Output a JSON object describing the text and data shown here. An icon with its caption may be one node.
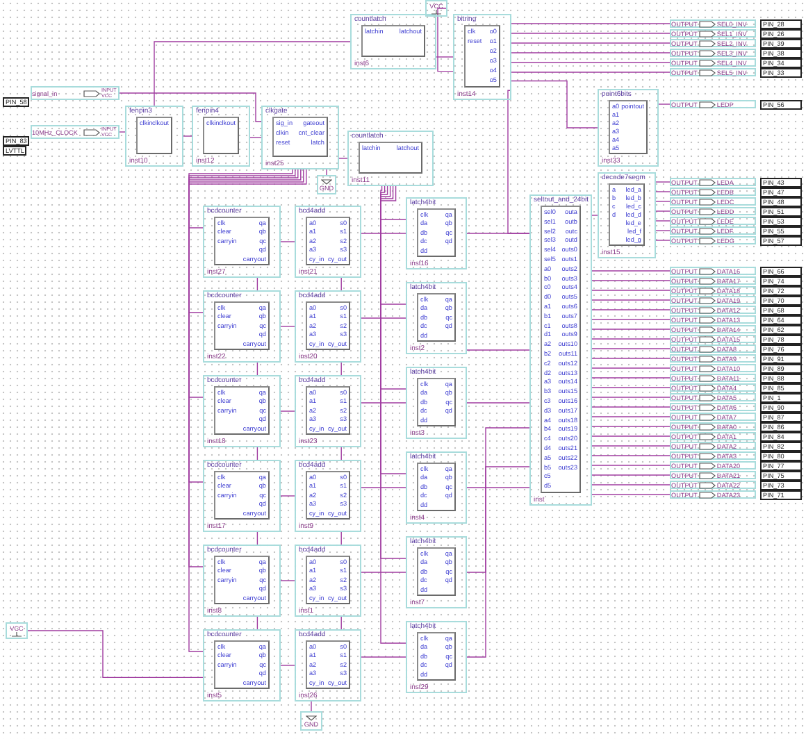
{
  "diagram": {
    "nodes": [
      {
        "text": [
          "signal_in",
          "INPUT VCC"
        ],
        "beside": [
          "PIN_58"
        ]
      },
      {
        "text": [
          "10MHz_CLOCK",
          "INPUT VCC"
        ],
        "beside": [
          "PIN_83",
          "LVTTL"
        ]
      },
      {
        "text": [
          "fenpin3",
          "clkin",
          "clkout",
          "inst10"
        ]
      },
      {
        "text": [
          "fenpin4",
          "clkin",
          "clkout",
          "inst12"
        ]
      },
      {
        "text": [
          "clkgate",
          "sig_in",
          "clkin",
          "reset",
          "gateout",
          "cnt_clear",
          "latch",
          "inst25"
        ]
      },
      {
        "text": [
          "GND"
        ]
      },
      {
        "text": [
          "countlatch",
          "latchin",
          "latchout",
          "inst6"
        ]
      },
      {
        "text": [
          "countlatch",
          "latchin",
          "latchout",
          "inst11"
        ]
      },
      {
        "text": [
          "VCC"
        ]
      },
      {
        "text": [
          "bitring",
          "clk",
          "reset",
          "o0",
          "o1",
          "o2",
          "o3",
          "o4",
          "o5",
          "inst14"
        ]
      },
      {
        "text": [
          "OUTPUT",
          "SEL0_INV"
        ],
        "beside": [
          "PIN_28"
        ]
      },
      {
        "text": [
          "OUTPUT",
          "SEL1_INV"
        ],
        "beside": [
          "PIN_26"
        ]
      },
      {
        "text": [
          "OUTPUT",
          "SEL2_INV"
        ],
        "beside": [
          "PIN_39"
        ]
      },
      {
        "text": [
          "OUTPUT",
          "SEL3_INV"
        ],
        "beside": [
          "PIN_38"
        ]
      },
      {
        "text": [
          "OUTPUT",
          "SEL4_INV"
        ],
        "beside": [
          "PIN_34"
        ]
      },
      {
        "text": [
          "OUTPUT",
          "SEL5_INV"
        ],
        "beside": [
          "PIN_33"
        ]
      },
      {
        "text": [
          "point6bits",
          "a0",
          "a1",
          "a2",
          "a3",
          "a4",
          "a5",
          "pointout",
          "inst33"
        ]
      },
      {
        "text": [
          "OUTPUT",
          "LEDP"
        ],
        "beside": [
          "PIN_56"
        ]
      },
      {
        "text": [
          "decode7segm",
          "a",
          "b",
          "c",
          "d",
          "led_a",
          "led_b",
          "led_c",
          "led_d",
          "led_e",
          "led_f",
          "led_g",
          "inst15"
        ]
      },
      {
        "text": [
          "OUTPUT",
          "LEDA"
        ],
        "beside": [
          "PIN_43"
        ]
      },
      {
        "text": [
          "OUTPUT",
          "LEDB"
        ],
        "beside": [
          "PIN_47"
        ]
      },
      {
        "text": [
          "OUTPUT",
          "LEDC"
        ],
        "beside": [
          "PIN_48"
        ]
      },
      {
        "text": [
          "OUTPUT",
          "LEDD"
        ],
        "beside": [
          "PIN_51"
        ]
      },
      {
        "text": [
          "OUTPUT",
          "LEDE"
        ],
        "beside": [
          "PIN_53"
        ]
      },
      {
        "text": [
          "OUTPUT",
          "LEDF"
        ],
        "beside": [
          "PIN_55"
        ]
      },
      {
        "text": [
          "OUTPUT",
          "LEDG"
        ],
        "beside": [
          "PIN_57"
        ]
      },
      {
        "text": [
          "seltout_and_24bit",
          "sel0",
          "sel1",
          "sel2",
          "sel3",
          "sel4",
          "sel5",
          "a0",
          "b0",
          "c0",
          "d0",
          "a1",
          "b1",
          "c1",
          "d1",
          "a2",
          "b2",
          "c2",
          "d2",
          "a3",
          "b3",
          "c3",
          "d3",
          "a4",
          "b4",
          "c4",
          "d4",
          "a5",
          "b5",
          "c5",
          "d5",
          "outa",
          "outb",
          "outc",
          "outd",
          "outs0",
          "outs1",
          "outs2",
          "outs3",
          "outs4",
          "outs5",
          "outs6",
          "outs7",
          "outs8",
          "outs9",
          "outs10",
          "outs11",
          "outs12",
          "outs13",
          "outs14",
          "outs15",
          "outs16",
          "outs17",
          "outs18",
          "outs19",
          "outs20",
          "outs21",
          "outs22",
          "outs23",
          "inst"
        ]
      },
      {
        "text": [
          "OUTPUT",
          "DATA16"
        ],
        "beside": [
          "PIN_66"
        ]
      },
      {
        "text": [
          "OUTPUT",
          "DATA17"
        ],
        "beside": [
          "PIN_74"
        ]
      },
      {
        "text": [
          "OUTPUT",
          "DATA18"
        ],
        "beside": [
          "PIN_72"
        ]
      },
      {
        "text": [
          "OUTPUT",
          "DATA19"
        ],
        "beside": [
          "PIN_70"
        ]
      },
      {
        "text": [
          "OUTPUT",
          "DATA12"
        ],
        "beside": [
          "PIN_68"
        ]
      },
      {
        "text": [
          "OUTPUT",
          "DATA13"
        ],
        "beside": [
          "PIN_64"
        ]
      },
      {
        "text": [
          "OUTPUT",
          "DATA14"
        ],
        "beside": [
          "PIN_62"
        ]
      },
      {
        "text": [
          "OUTPUT",
          "DATA15"
        ],
        "beside": [
          "PIN_78"
        ]
      },
      {
        "text": [
          "OUTPUT",
          "DATA8"
        ],
        "beside": [
          "PIN_76"
        ]
      },
      {
        "text": [
          "OUTPUT",
          "DATA9"
        ],
        "beside": [
          "PIN_91"
        ]
      },
      {
        "text": [
          "OUTPUT",
          "DATA10"
        ],
        "beside": [
          "PIN_89"
        ]
      },
      {
        "text": [
          "OUTPUT",
          "DATA11"
        ],
        "beside": [
          "PIN_88"
        ]
      },
      {
        "text": [
          "OUTPUT",
          "DATA4"
        ],
        "beside": [
          "PIN_85"
        ]
      },
      {
        "text": [
          "OUTPUT",
          "DATA5"
        ],
        "beside": [
          "PIN_1"
        ]
      },
      {
        "text": [
          "OUTPUT",
          "DATA6"
        ],
        "beside": [
          "PIN_90"
        ]
      },
      {
        "text": [
          "OUTPUT",
          "DATA7"
        ],
        "beside": [
          "PIN_87"
        ]
      },
      {
        "text": [
          "OUTPUT",
          "DATA0"
        ],
        "beside": [
          "PIN_86"
        ]
      },
      {
        "text": [
          "OUTPUT",
          "DATA1"
        ],
        "beside": [
          "PIN_84"
        ]
      },
      {
        "text": [
          "OUTPUT",
          "DATA2"
        ],
        "beside": [
          "PIN_82"
        ]
      },
      {
        "text": [
          "OUTPUT",
          "DATA3"
        ],
        "beside": [
          "PIN_80"
        ]
      },
      {
        "text": [
          "OUTPUT",
          "DATA20"
        ],
        "beside": [
          "PIN_77"
        ]
      },
      {
        "text": [
          "OUTPUT",
          "DATA21"
        ],
        "beside": [
          "PIN_75"
        ]
      },
      {
        "text": [
          "OUTPUT",
          "DATA22"
        ],
        "beside": [
          "PIN_73"
        ]
      },
      {
        "text": [
          "OUTPUT",
          "DATA23"
        ],
        "beside": [
          "PIN_71"
        ]
      },
      {
        "text": [
          "bcdcounter",
          "clk",
          "clear",
          "carryin",
          "qa",
          "qb",
          "qc",
          "qd",
          "carryout",
          "inst27"
        ]
      },
      {
        "text": [
          "bcdcounter",
          "clk",
          "clear",
          "carryin",
          "qa",
          "qb",
          "qc",
          "qd",
          "carryout",
          "inst22"
        ]
      },
      {
        "text": [
          "bcdcounter",
          "clk",
          "clear",
          "carryin",
          "qa",
          "qb",
          "qc",
          "qd",
          "carryout",
          "inst18"
        ]
      },
      {
        "text": [
          "bcdcounter",
          "clk",
          "clear",
          "carryin",
          "qa",
          "qb",
          "qc",
          "qd",
          "carryout",
          "inst17"
        ]
      },
      {
        "text": [
          "bcdcounter",
          "clk",
          "clear",
          "carryin",
          "qa",
          "qb",
          "qc",
          "qd",
          "carryout",
          "inst8"
        ]
      },
      {
        "text": [
          "bcdcounter",
          "clk",
          "clear",
          "carryin",
          "qa",
          "qb",
          "qc",
          "qd",
          "carryout",
          "inst5"
        ]
      },
      {
        "text": [
          "bcd4add",
          "a0",
          "a1",
          "a2",
          "a3",
          "cy_in",
          "s0",
          "s1",
          "s2",
          "s3",
          "cy_out",
          "inst21"
        ]
      },
      {
        "text": [
          "bcd4add",
          "a0",
          "a1",
          "a2",
          "a3",
          "cy_in",
          "s0",
          "s1",
          "s2",
          "s3",
          "cy_out",
          "inst20"
        ]
      },
      {
        "text": [
          "bcd4add",
          "a0",
          "a1",
          "a2",
          "a3",
          "cy_in",
          "s0",
          "s1",
          "s2",
          "s3",
          "cy_out",
          "inst23"
        ]
      },
      {
        "text": [
          "bcd4add",
          "a0",
          "a1",
          "a2",
          "a3",
          "cy_in",
          "s0",
          "s1",
          "s2",
          "s3",
          "cy_out",
          "inst9"
        ]
      },
      {
        "text": [
          "bcd4add",
          "a0",
          "a1",
          "a2",
          "a3",
          "cy_in",
          "s0",
          "s1",
          "s2",
          "s3",
          "cy_out",
          "inst1"
        ]
      },
      {
        "text": [
          "bcd4add",
          "a0",
          "a1",
          "a2",
          "a3",
          "cy_in",
          "s0",
          "s1",
          "s2",
          "s3",
          "cy_out",
          "inst26"
        ]
      },
      {
        "text": [
          "latch4bit",
          "clk",
          "da",
          "db",
          "dc",
          "dd",
          "qa",
          "qb",
          "qc",
          "qd",
          "inst16"
        ]
      },
      {
        "text": [
          "latch4bit",
          "clk",
          "da",
          "db",
          "dc",
          "dd",
          "qa",
          "qb",
          "qc",
          "qd",
          "inst2"
        ]
      },
      {
        "text": [
          "latch4bit",
          "clk",
          "da",
          "db",
          "dc",
          "dd",
          "qa",
          "qb",
          "qc",
          "qd",
          "inst3"
        ]
      },
      {
        "text": [
          "latch4bit",
          "clk",
          "da",
          "db",
          "dc",
          "dd",
          "qa",
          "qb",
          "qc",
          "qd",
          "inst4"
        ]
      },
      {
        "text": [
          "latch4bit",
          "clk",
          "da",
          "db",
          "dc",
          "dd",
          "qa",
          "qb",
          "qc",
          "qd",
          "inst7"
        ]
      },
      {
        "text": [
          "latch4bit",
          "clk",
          "da",
          "db",
          "dc",
          "dd",
          "qa",
          "qb",
          "qc",
          "qd",
          "inst29"
        ]
      },
      {
        "text": [
          "VCC"
        ]
      },
      {
        "text": [
          "GND"
        ]
      }
    ],
    "edges": [
      {
        "from": 0,
        "to": 4,
        "arrow": "none"
      },
      {
        "from": 1,
        "to": 2,
        "arrow": "none"
      },
      {
        "from": 2,
        "to": 3,
        "arrow": "none"
      },
      {
        "from": 2,
        "to": 6,
        "arrow": "none"
      },
      {
        "from": 3,
        "to": 4,
        "arrow": "none"
      },
      {
        "from": 5,
        "to": 4,
        "arrow": "none"
      },
      {
        "from": 4,
        "to": 51,
        "arrow": "none"
      },
      {
        "from": 4,
        "to": 52,
        "arrow": "none"
      },
      {
        "from": 4,
        "to": 53,
        "arrow": "none"
      },
      {
        "from": 4,
        "to": 54,
        "arrow": "none"
      },
      {
        "from": 4,
        "to": 55,
        "arrow": "none"
      },
      {
        "from": 4,
        "to": 56,
        "arrow": "none"
      },
      {
        "from": 4,
        "to": 7,
        "arrow": "none"
      },
      {
        "from": 7,
        "to": 63,
        "arrow": "none"
      },
      {
        "from": 7,
        "to": 64,
        "arrow": "none"
      },
      {
        "from": 7,
        "to": 65,
        "arrow": "none"
      },
      {
        "from": 7,
        "to": 66,
        "arrow": "none"
      },
      {
        "from": 7,
        "to": 67,
        "arrow": "none"
      },
      {
        "from": 7,
        "to": 68,
        "arrow": "none"
      },
      {
        "from": 6,
        "to": 9,
        "arrow": "none"
      },
      {
        "from": 8,
        "to": 9,
        "arrow": "none"
      },
      {
        "from": 9,
        "to": 10,
        "arrow": "none"
      },
      {
        "from": 9,
        "to": 11,
        "arrow": "none"
      },
      {
        "from": 9,
        "to": 12,
        "arrow": "none"
      },
      {
        "from": 9,
        "to": 13,
        "arrow": "none"
      },
      {
        "from": 9,
        "to": 14,
        "arrow": "none"
      },
      {
        "from": 9,
        "to": 15,
        "arrow": "none"
      },
      {
        "from": 9,
        "to": 16,
        "arrow": "none"
      },
      {
        "from": 9,
        "to": 26,
        "arrow": "none"
      },
      {
        "from": 16,
        "to": 17,
        "arrow": "none"
      },
      {
        "from": 26,
        "to": 18,
        "arrow": "none"
      },
      {
        "from": 18,
        "to": 19,
        "arrow": "none"
      },
      {
        "from": 18,
        "to": 20,
        "arrow": "none"
      },
      {
        "from": 18,
        "to": 21,
        "arrow": "none"
      },
      {
        "from": 18,
        "to": 22,
        "arrow": "none"
      },
      {
        "from": 18,
        "to": 23,
        "arrow": "none"
      },
      {
        "from": 18,
        "to": 24,
        "arrow": "none"
      },
      {
        "from": 18,
        "to": 25,
        "arrow": "none"
      },
      {
        "from": 26,
        "to": 27,
        "arrow": "none"
      },
      {
        "from": 26,
        "to": 28,
        "arrow": "none"
      },
      {
        "from": 26,
        "to": 29,
        "arrow": "none"
      },
      {
        "from": 26,
        "to": 30,
        "arrow": "none"
      },
      {
        "from": 26,
        "to": 31,
        "arrow": "none"
      },
      {
        "from": 26,
        "to": 32,
        "arrow": "none"
      },
      {
        "from": 26,
        "to": 33,
        "arrow": "none"
      },
      {
        "from": 26,
        "to": 34,
        "arrow": "none"
      },
      {
        "from": 26,
        "to": 35,
        "arrow": "none"
      },
      {
        "from": 26,
        "to": 36,
        "arrow": "none"
      },
      {
        "from": 26,
        "to": 37,
        "arrow": "none"
      },
      {
        "from": 26,
        "to": 38,
        "arrow": "none"
      },
      {
        "from": 26,
        "to": 39,
        "arrow": "none"
      },
      {
        "from": 26,
        "to": 40,
        "arrow": "none"
      },
      {
        "from": 26,
        "to": 41,
        "arrow": "none"
      },
      {
        "from": 26,
        "to": 42,
        "arrow": "none"
      },
      {
        "from": 26,
        "to": 43,
        "arrow": "none"
      },
      {
        "from": 26,
        "to": 44,
        "arrow": "none"
      },
      {
        "from": 26,
        "to": 45,
        "arrow": "none"
      },
      {
        "from": 26,
        "to": 46,
        "arrow": "none"
      },
      {
        "from": 26,
        "to": 47,
        "arrow": "none"
      },
      {
        "from": 26,
        "to": 48,
        "arrow": "none"
      },
      {
        "from": 26,
        "to": 49,
        "arrow": "none"
      },
      {
        "from": 26,
        "to": 50,
        "arrow": "none"
      },
      {
        "from": 51,
        "to": 57,
        "arrow": "none"
      },
      {
        "from": 52,
        "to": 58,
        "arrow": "none"
      },
      {
        "from": 53,
        "to": 59,
        "arrow": "none"
      },
      {
        "from": 54,
        "to": 60,
        "arrow": "none"
      },
      {
        "from": 55,
        "to": 61,
        "arrow": "none"
      },
      {
        "from": 56,
        "to": 62,
        "arrow": "none"
      },
      {
        "from": 57,
        "to": 63,
        "arrow": "none"
      },
      {
        "from": 58,
        "to": 64,
        "arrow": "none"
      },
      {
        "from": 59,
        "to": 65,
        "arrow": "none"
      },
      {
        "from": 60,
        "to": 66,
        "arrow": "none"
      },
      {
        "from": 61,
        "to": 67,
        "arrow": "none"
      },
      {
        "from": 62,
        "to": 68,
        "arrow": "none"
      },
      {
        "from": 63,
        "to": 26,
        "arrow": "none"
      },
      {
        "from": 64,
        "to": 26,
        "arrow": "none"
      },
      {
        "from": 65,
        "to": 26,
        "arrow": "none"
      },
      {
        "from": 66,
        "to": 26,
        "arrow": "none"
      },
      {
        "from": 67,
        "to": 26,
        "arrow": "none"
      },
      {
        "from": 68,
        "to": 26,
        "arrow": "none"
      },
      {
        "from": 69,
        "to": 56,
        "arrow": "none"
      },
      {
        "from": 56,
        "to": 55,
        "arrow": "none"
      },
      {
        "from": 55,
        "to": 54,
        "arrow": "none"
      },
      {
        "from": 54,
        "to": 53,
        "arrow": "none"
      },
      {
        "from": 53,
        "to": 52,
        "arrow": "none"
      },
      {
        "from": 52,
        "to": 51,
        "arrow": "none"
      },
      {
        "from": 70,
        "to": 62,
        "arrow": "none"
      },
      {
        "from": 62,
        "to": 61,
        "arrow": "none"
      },
      {
        "from": 61,
        "to": 60,
        "arrow": "none"
      },
      {
        "from": 60,
        "to": 59,
        "arrow": "none"
      },
      {
        "from": 59,
        "to": 58,
        "arrow": "none"
      },
      {
        "from": 58,
        "to": 57,
        "arrow": "none"
      }
    ]
  }
}
